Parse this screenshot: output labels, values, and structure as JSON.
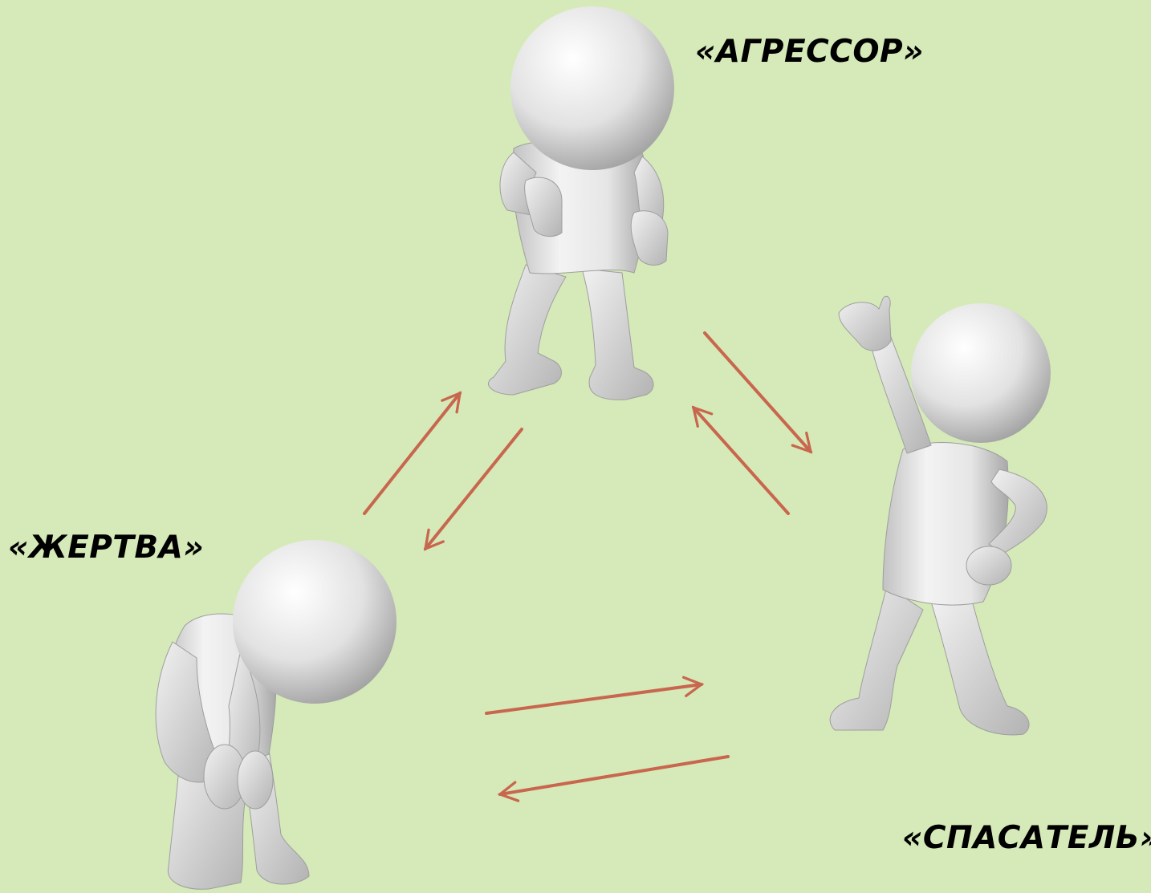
{
  "roles": {
    "aggressor": "«АГРЕССОР»",
    "victim": "«ЖЕРТВА»",
    "rescuer": "«СПАСАТЕЛЬ»"
  },
  "colors": {
    "background": "#d5eab8",
    "arrow": "#c8664e",
    "figure_light": "#f7f7f7",
    "figure_dark": "#a9a9a9"
  },
  "figures": [
    {
      "role": "aggressor",
      "pose": "fighting-stance-fists-raised"
    },
    {
      "role": "victim",
      "pose": "bent-over-head-down"
    },
    {
      "role": "rescuer",
      "pose": "arm-raised-pointing-up"
    }
  ],
  "arrows": [
    {
      "from": "victim",
      "to": "aggressor"
    },
    {
      "from": "aggressor",
      "to": "victim"
    },
    {
      "from": "aggressor",
      "to": "rescuer"
    },
    {
      "from": "rescuer",
      "to": "aggressor"
    },
    {
      "from": "victim",
      "to": "rescuer"
    },
    {
      "from": "rescuer",
      "to": "victim"
    }
  ]
}
